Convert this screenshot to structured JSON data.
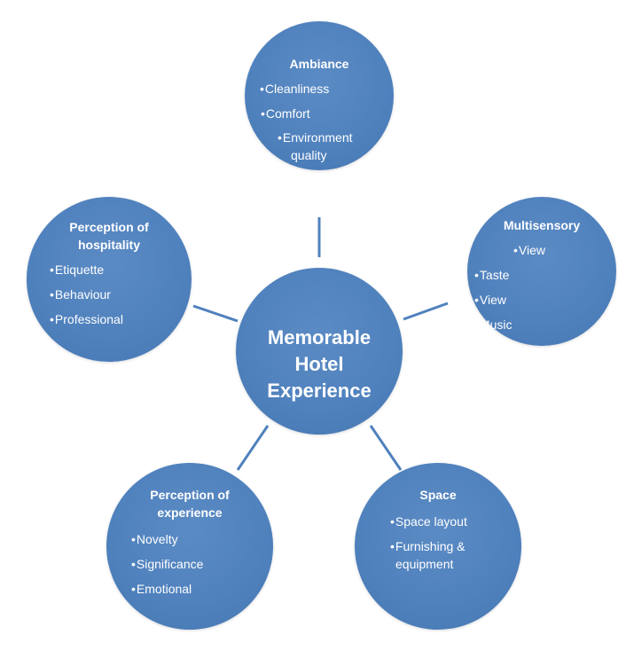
{
  "center": {
    "line1": "Memorable",
    "line2": "Hotel",
    "line3": "Experience"
  },
  "nodes": {
    "ambiance": {
      "title": "Ambiance",
      "items": [
        "Cleanliness",
        "Comfort",
        "Environment",
        "quality"
      ]
    },
    "multisensory": {
      "title": "Multisensory",
      "items": [
        "View",
        "Taste",
        "View",
        "Music"
      ]
    },
    "hospitality": {
      "title_line1": "Perception of",
      "title_line2": "hospitality",
      "items": [
        "Etiquette",
        "Behaviour",
        "Professional"
      ]
    },
    "experience": {
      "title_line1": "Perception of",
      "title_line2": "experience",
      "items": [
        "Novelty",
        "Significance",
        "Emotional"
      ]
    },
    "space": {
      "title": "Space",
      "items": [
        "Space layout",
        "Furnishing &",
        "equipment"
      ]
    }
  },
  "colors": {
    "circle_fill": "#4f81bd",
    "connector": "#4f81bd",
    "text": "#ffffff"
  }
}
